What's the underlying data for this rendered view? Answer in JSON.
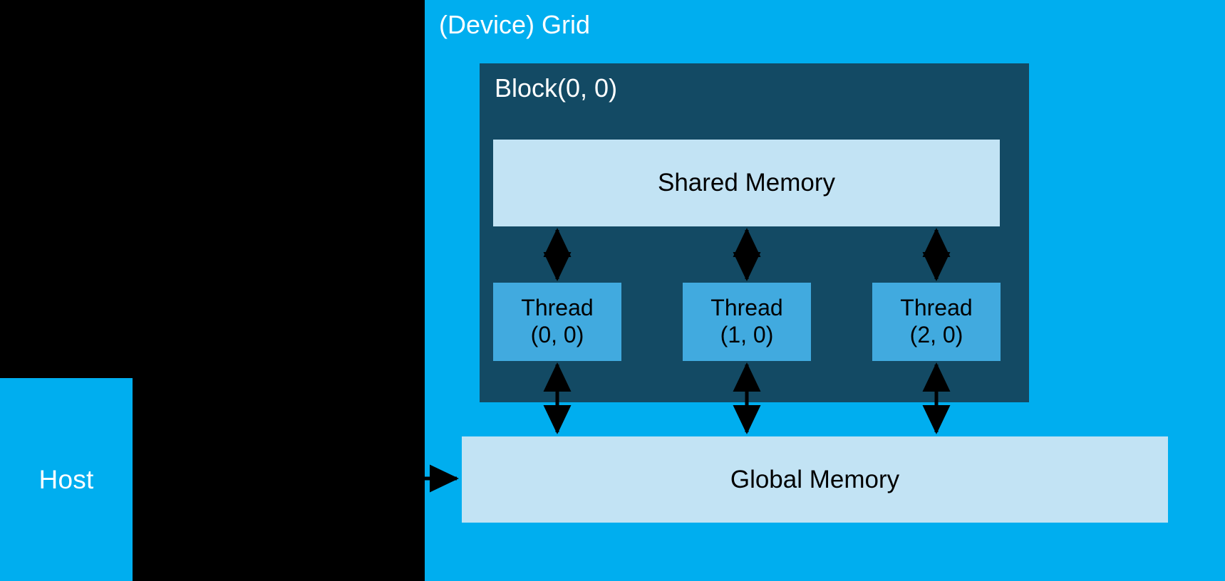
{
  "diagram": {
    "title_visible": false,
    "host": {
      "label": "Host"
    },
    "grid": {
      "label": "(Device) Grid"
    },
    "block": {
      "label": "Block(0, 0)"
    },
    "shared_memory": {
      "label": "Shared Memory"
    },
    "global_memory": {
      "label": "Global Memory"
    },
    "threads": [
      {
        "name": "Thread",
        "index": "(0, 0)"
      },
      {
        "name": "Thread",
        "index": "(1, 0)"
      },
      {
        "name": "Thread",
        "index": "(2, 0)"
      }
    ],
    "colors": {
      "background": "#000000",
      "grid": "#00AEEF",
      "host": "#00AEEF",
      "block": "#134A64",
      "memory": "#C2E3F4",
      "thread": "#41AADF",
      "arrow": "#000000",
      "text_light": "#FFFFFF",
      "text_dark": "#000000"
    },
    "connections": [
      {
        "from": "Host",
        "to": "Global Memory",
        "kind": "single-arrow"
      },
      {
        "from": "Thread (0, 0)",
        "to": "Shared Memory",
        "kind": "double-arrow"
      },
      {
        "from": "Thread (1, 0)",
        "to": "Shared Memory",
        "kind": "double-arrow"
      },
      {
        "from": "Thread (2, 0)",
        "to": "Shared Memory",
        "kind": "double-arrow"
      },
      {
        "from": "Thread (0, 0)",
        "to": "Global Memory",
        "kind": "double-arrow"
      },
      {
        "from": "Thread (1, 0)",
        "to": "Global Memory",
        "kind": "double-arrow"
      },
      {
        "from": "Thread (2, 0)",
        "to": "Global Memory",
        "kind": "double-arrow"
      }
    ]
  }
}
